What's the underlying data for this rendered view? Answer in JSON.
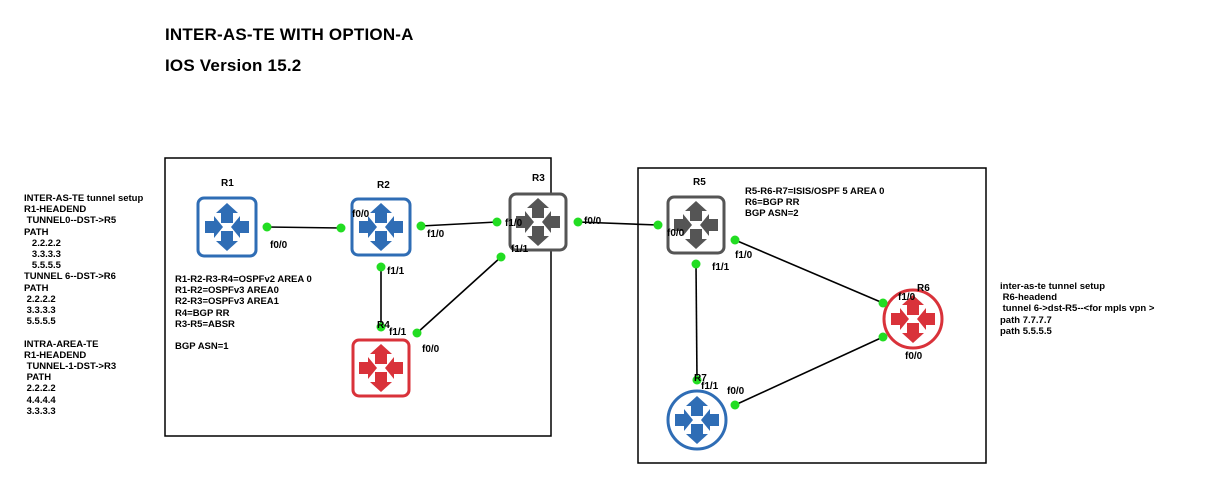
{
  "header": {
    "title": "INTER-AS-TE WITH OPTION-A",
    "subtitle": "IOS Version 15.2"
  },
  "colors": {
    "blue_router": "#2f6db5",
    "red_router": "#d9323a",
    "gray_router": "#555555",
    "link_dot": "#22dd22"
  },
  "notes": {
    "left": "INTER-AS-TE tunnel setup\nR1-HEADEND\n TUNNEL0--DST->R5\nPATH\n   2.2.2.2\n   3.3.3.3\n   5.5.5.5\nTUNNEL 6--DST->R6\nPATH\n 2.2.2.2\n 3.3.3.3\n 5.5.5.5\n\nINTRA-AREA-TE\nR1-HEADEND\n TUNNEL-1-DST->R3\n PATH\n 2.2.2.2\n 4.4.4.4\n 3.3.3.3",
    "as1": "R1-R2-R3-R4=OSPFv2 AREA 0\nR1-R2=OSPFv3 AREA0\nR2-R3=OSPFv3 AREA1\nR4=BGP RR\nR3-R5=ABSR\n\nBGP ASN=1",
    "as2": "R5-R6-R7=ISIS/OSPF 5 AREA 0\nR6=BGP RR\nBGP ASN=2",
    "right": "inter-as-te tunnel setup\n R6-headend\n tunnel 6->dst-R5--<for mpls vpn >\npath 7.7.7.7\npath 5.5.5.5"
  },
  "routers": {
    "r1": {
      "label": "R1",
      "color": "blue",
      "shape": "square"
    },
    "r2": {
      "label": "R2",
      "color": "blue",
      "shape": "square"
    },
    "r3": {
      "label": "R3",
      "color": "gray",
      "shape": "square"
    },
    "r4": {
      "label": "R4",
      "color": "red",
      "shape": "square"
    },
    "r5": {
      "label": "R5",
      "color": "gray",
      "shape": "square"
    },
    "r6": {
      "label": "R6",
      "color": "red",
      "shape": "circle"
    },
    "r7": {
      "label": "R7",
      "color": "blue",
      "shape": "circle"
    }
  },
  "interfaces": {
    "r1_r2": "f0/0",
    "r2_r1": "f0/0",
    "r2_r3": "f1/0",
    "r2_r4": "f1/1",
    "r3_r2": "f1/0",
    "r3_r4": "f1/1",
    "r3_r5": "f0/0",
    "r4_r2": "f1/1",
    "r4_r3": "f0/0",
    "r5_r3": "f0/0",
    "r5_r6": "f1/0",
    "r5_r7": "f1/1",
    "r6_r5": "f1/0",
    "r6_r7": "f0/0",
    "r7_r5": "f1/1",
    "r7_r6": "f0/0"
  }
}
